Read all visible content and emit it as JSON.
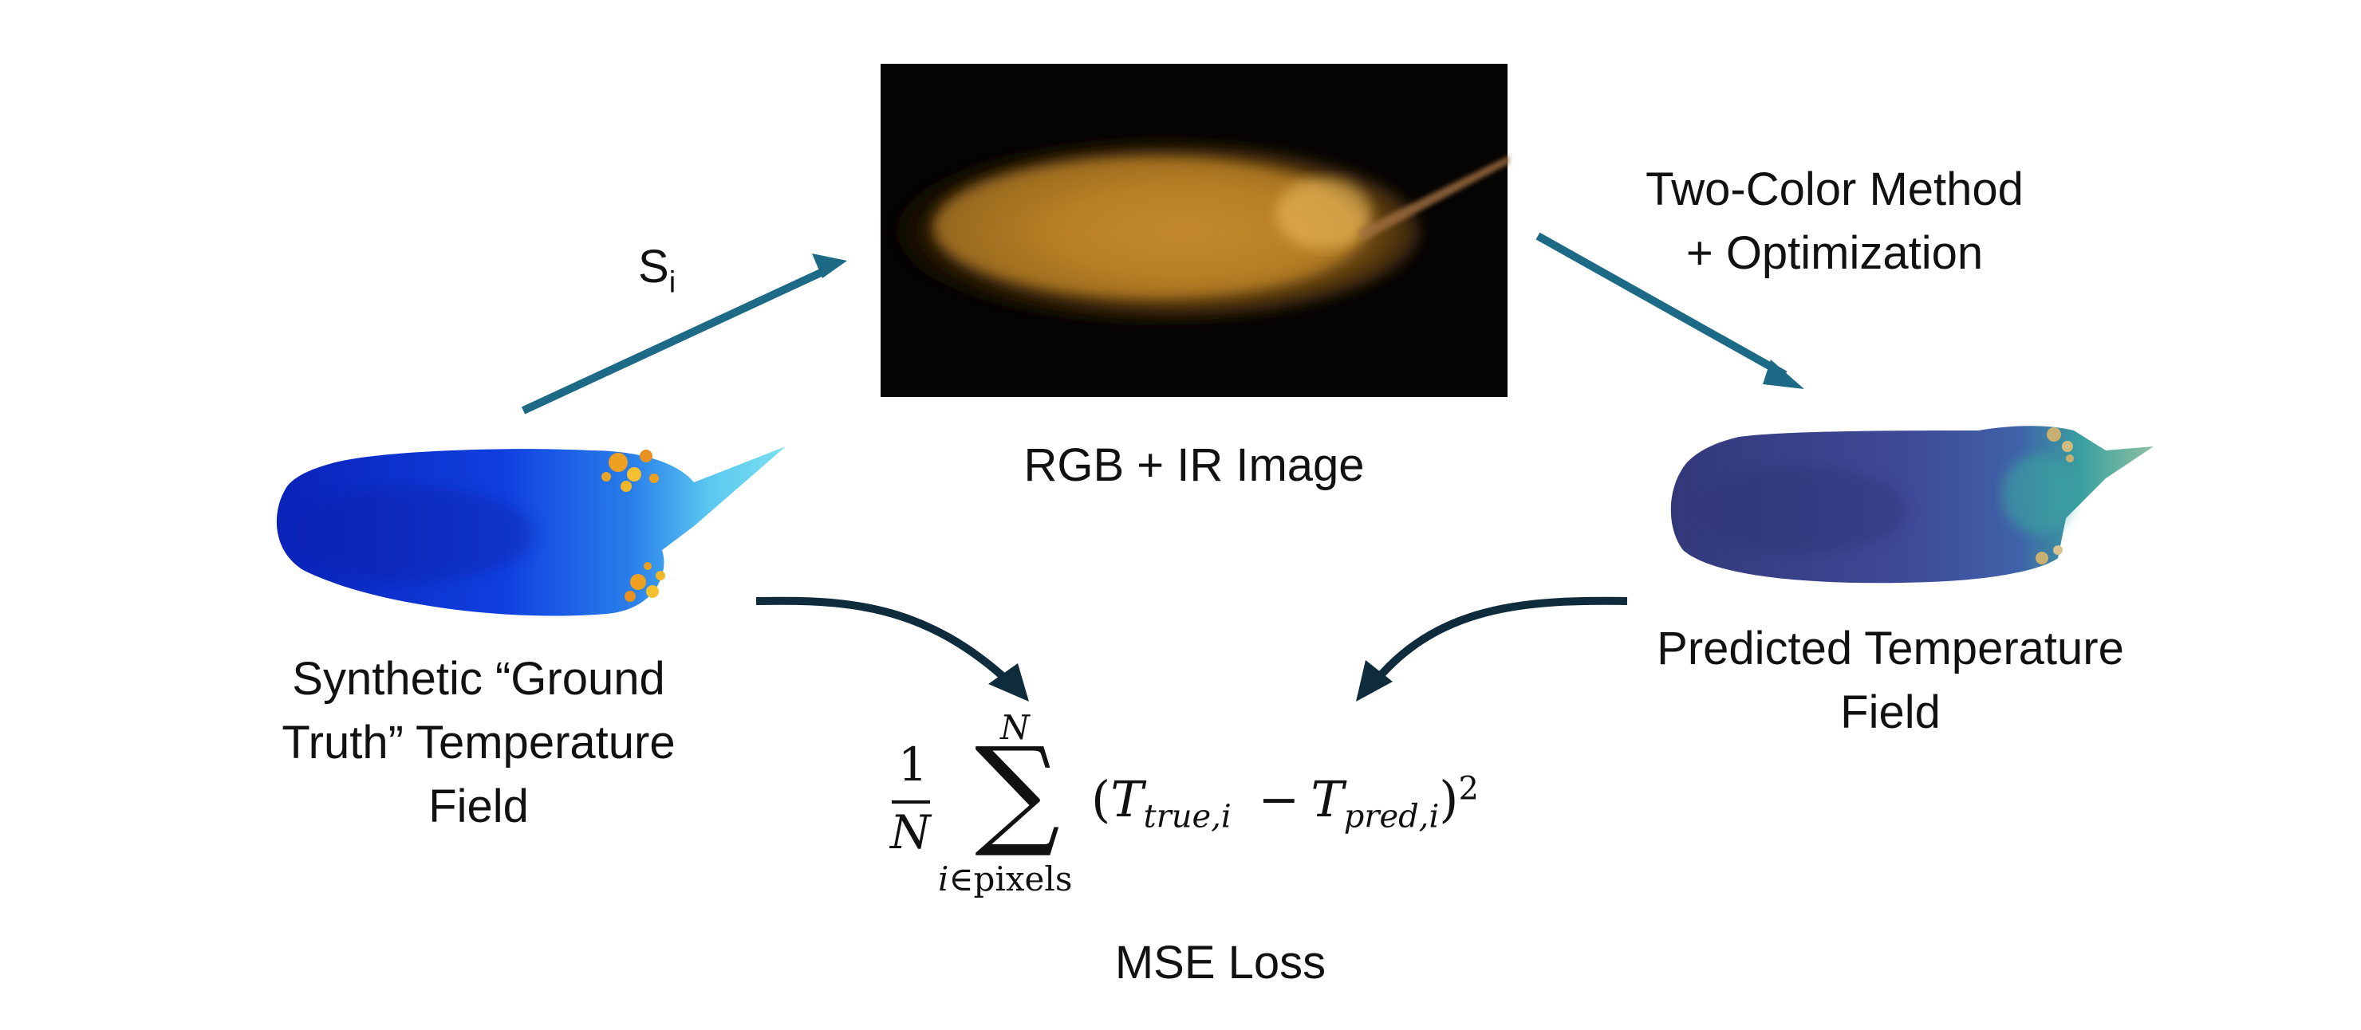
{
  "labels": {
    "si_main": "S",
    "si_sub": "i",
    "rgb_ir": "RGB + IR Image",
    "two_color_line1": "Two-Color Method",
    "two_color_line2": "+ Optimization",
    "synthetic_line1": "Synthetic “Ground",
    "synthetic_line2": "Truth” Temperature",
    "synthetic_line3": "Field",
    "predicted_line1": "Predicted Temperature",
    "predicted_line2": "Field",
    "mse_loss": "MSE Loss"
  },
  "formula": {
    "numerator": "1",
    "denominator": "N",
    "sum_upper": "N",
    "sum_symbol": "∑",
    "sum_lower_var": "i",
    "sum_lower_in": "∈",
    "sum_lower_word": "pixels",
    "open_paren": "(",
    "T1": "T",
    "T1_sub": "true,i",
    "minus": "−",
    "T2": "T",
    "T2_sub": "pred,i",
    "close_paren": ")",
    "exponent": "2"
  },
  "colors": {
    "arrow_teal": "#1d6a86",
    "arrow_dark": "#0f2c3c",
    "image_bg": "#050403",
    "image_glow": "#c8902a",
    "synthetic_blue": "#1030d8",
    "synthetic_cyan": "#2aa0e8",
    "synthetic_hot": "#f0a020",
    "predicted_navy": "#3a3f88",
    "predicted_teal": "#3aa0a0",
    "predicted_tan": "#c8b070"
  },
  "icons": {
    "input_image": "rgb-ir-thermal-image",
    "synthetic_field": "synthetic-temperature-blob",
    "predicted_field": "predicted-temperature-blob"
  }
}
